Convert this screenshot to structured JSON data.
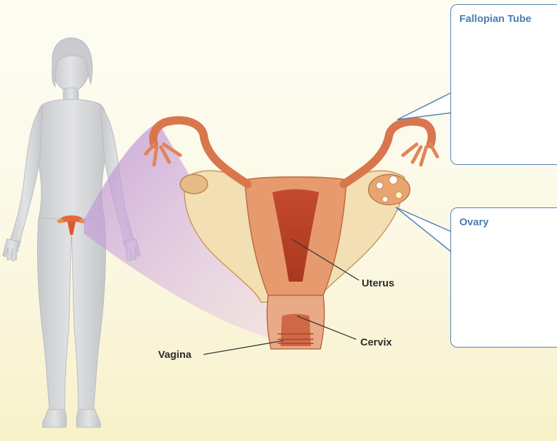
{
  "labels": {
    "uterus": "Uterus",
    "cervix": "Cervix",
    "vagina": "Vagina"
  },
  "callouts": {
    "fallopian_tube": {
      "title": "Fallopian Tube"
    },
    "ovary": {
      "title": "Ovary"
    }
  },
  "colors": {
    "callout_border": "#4f7fb3",
    "callout_title": "#4a7cb5",
    "body_silhouette": "#d3d5d7",
    "highlight_wedge": "#c79ad3",
    "tissue": "#d9764e",
    "tissue_light": "#f2dcb0"
  }
}
